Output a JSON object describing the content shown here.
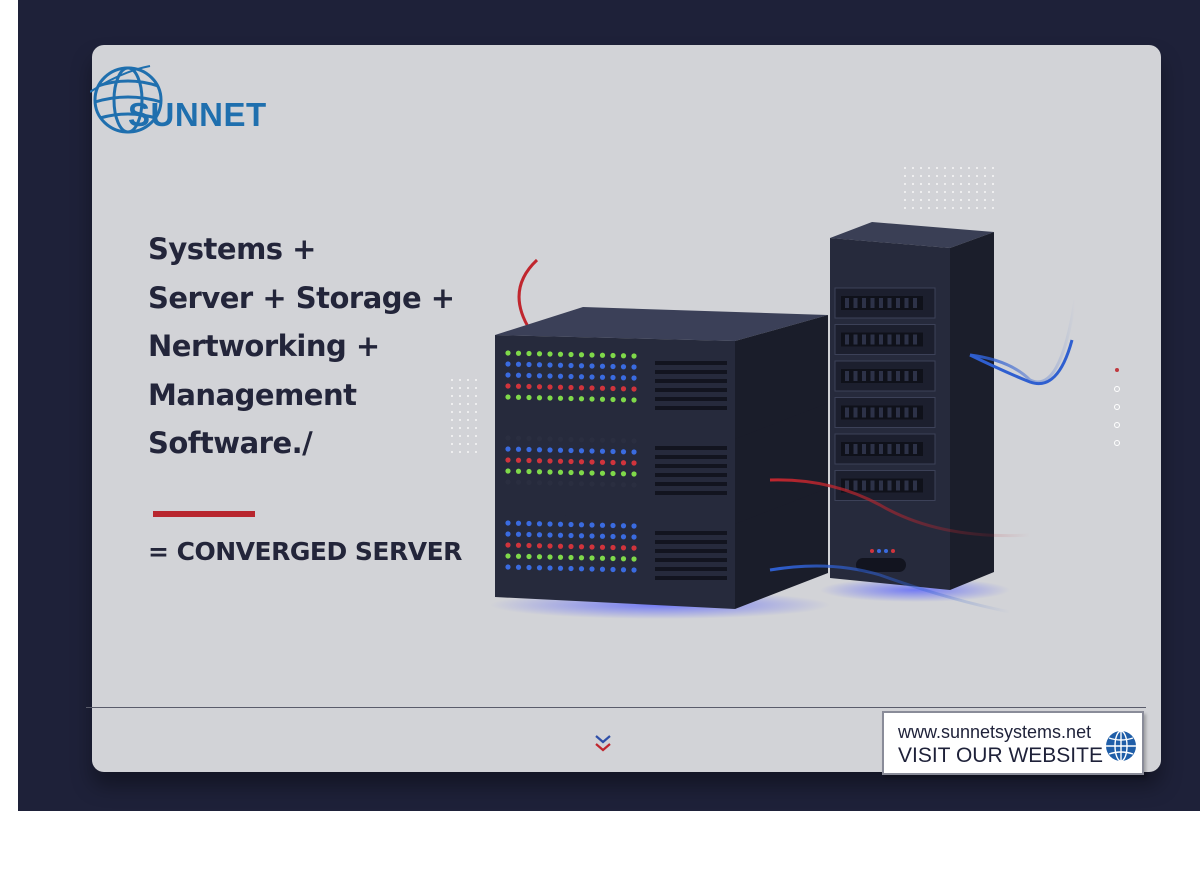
{
  "brand": {
    "name": "SUNNET",
    "color": "#1f6fae"
  },
  "headline": {
    "lines": [
      "Systems +",
      "Server + Storage +",
      "Nertworking +",
      "Management",
      "Software./"
    ]
  },
  "result": "= CONVERGED SERVER",
  "website": {
    "url": "www.sunnetsystems.net",
    "cta": "VISIT OUR WEBSITE"
  },
  "pagination": {
    "count": 5,
    "active_index": 0
  },
  "colors": {
    "frame": "#1e2139",
    "card": "#d2d3d7",
    "text": "#23253a",
    "accent_red": "#b8262e",
    "cable_blue": "#2f5fd0",
    "server_body": "#262a3c"
  },
  "icons": {
    "logo": "globe-icon",
    "scroll": "double-chevron-down-icon",
    "website": "globe-icon"
  }
}
